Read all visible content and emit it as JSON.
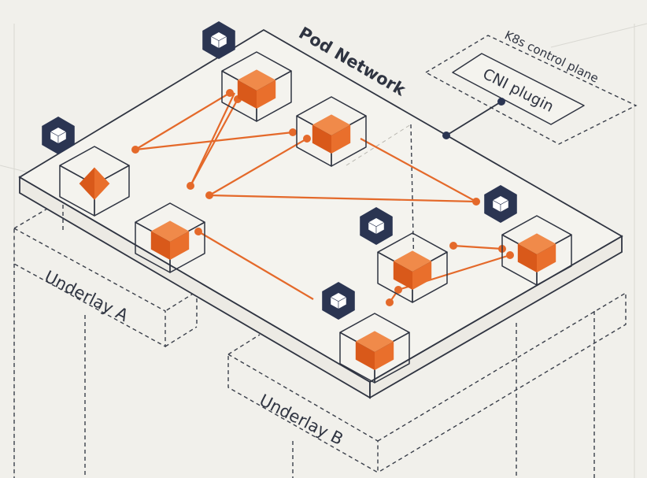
{
  "diagram": {
    "network_label": "Pod Network",
    "control_plane_label": "K8s control plane",
    "cni_label": "CNI plugin",
    "underlay_a_label": "Underlay A",
    "underlay_b_label": "Underlay B"
  },
  "colors": {
    "accent": "#e4692a",
    "node_badge": "#2b3552",
    "outline": "#2f3441"
  }
}
